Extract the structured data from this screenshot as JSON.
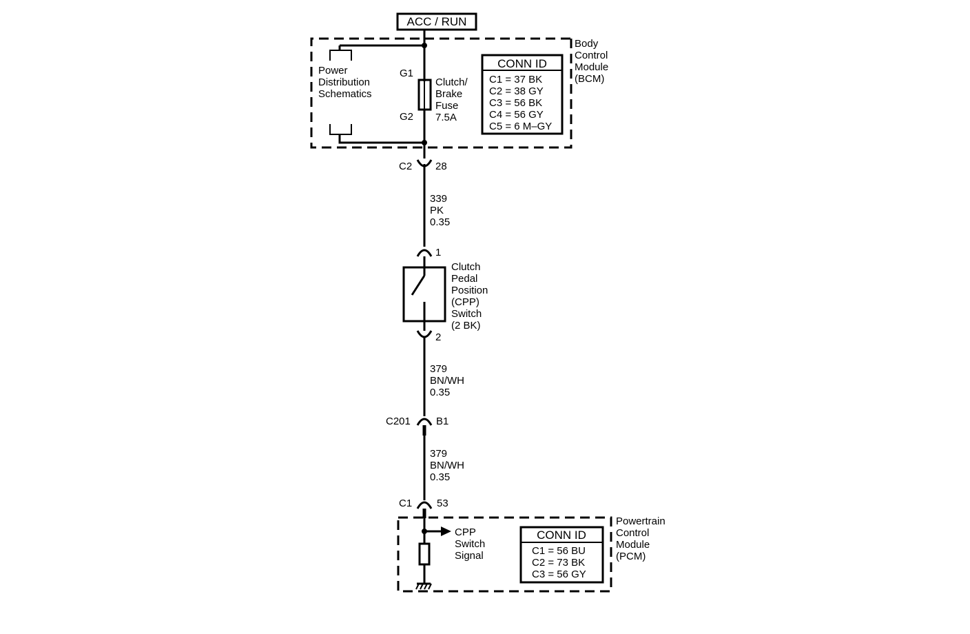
{
  "power_source": "ACC / RUN",
  "bcm": {
    "name_lines": [
      "Body",
      "Control",
      "Module",
      "(BCM)"
    ],
    "power_dist_lines": [
      "Power",
      "Distribution",
      "Schematics"
    ],
    "fuse_in": "G1",
    "fuse_out": "G2",
    "fuse_lines": [
      "Clutch/",
      "Brake",
      "Fuse",
      "7.5A"
    ],
    "conn_id_title": "CONN ID",
    "conn_ids": [
      "C1 = 37 BK",
      "C2 = 38 GY",
      "C3 = 56 BK",
      "C4 = 56 GY",
      "C5 = 6 M–GY"
    ]
  },
  "conn_bcm_out": {
    "connector": "C2",
    "pin": "28"
  },
  "wire_1": {
    "circuit": "339",
    "color": "PK",
    "gauge": "0.35"
  },
  "cpp_switch": {
    "pin_in": "1",
    "pin_out": "2",
    "name_lines": [
      "Clutch",
      "Pedal",
      "Position",
      "(CPP)",
      "Switch",
      "(2 BK)"
    ]
  },
  "wire_2": {
    "circuit": "379",
    "color": "BN/WH",
    "gauge": "0.35"
  },
  "inline_conn": {
    "connector": "C201",
    "pin": "B1"
  },
  "wire_3": {
    "circuit": "379",
    "color": "BN/WH",
    "gauge": "0.35"
  },
  "conn_pcm_in": {
    "connector": "C1",
    "pin": "53"
  },
  "pcm": {
    "name_lines": [
      "Powertrain",
      "Control",
      "Module",
      "(PCM)"
    ],
    "signal_lines": [
      "CPP",
      "Switch",
      "Signal"
    ],
    "conn_id_title": "CONN ID",
    "conn_ids": [
      "C1 = 56 BU",
      "C2 = 73 BK",
      "C3 = 56 GY"
    ]
  }
}
